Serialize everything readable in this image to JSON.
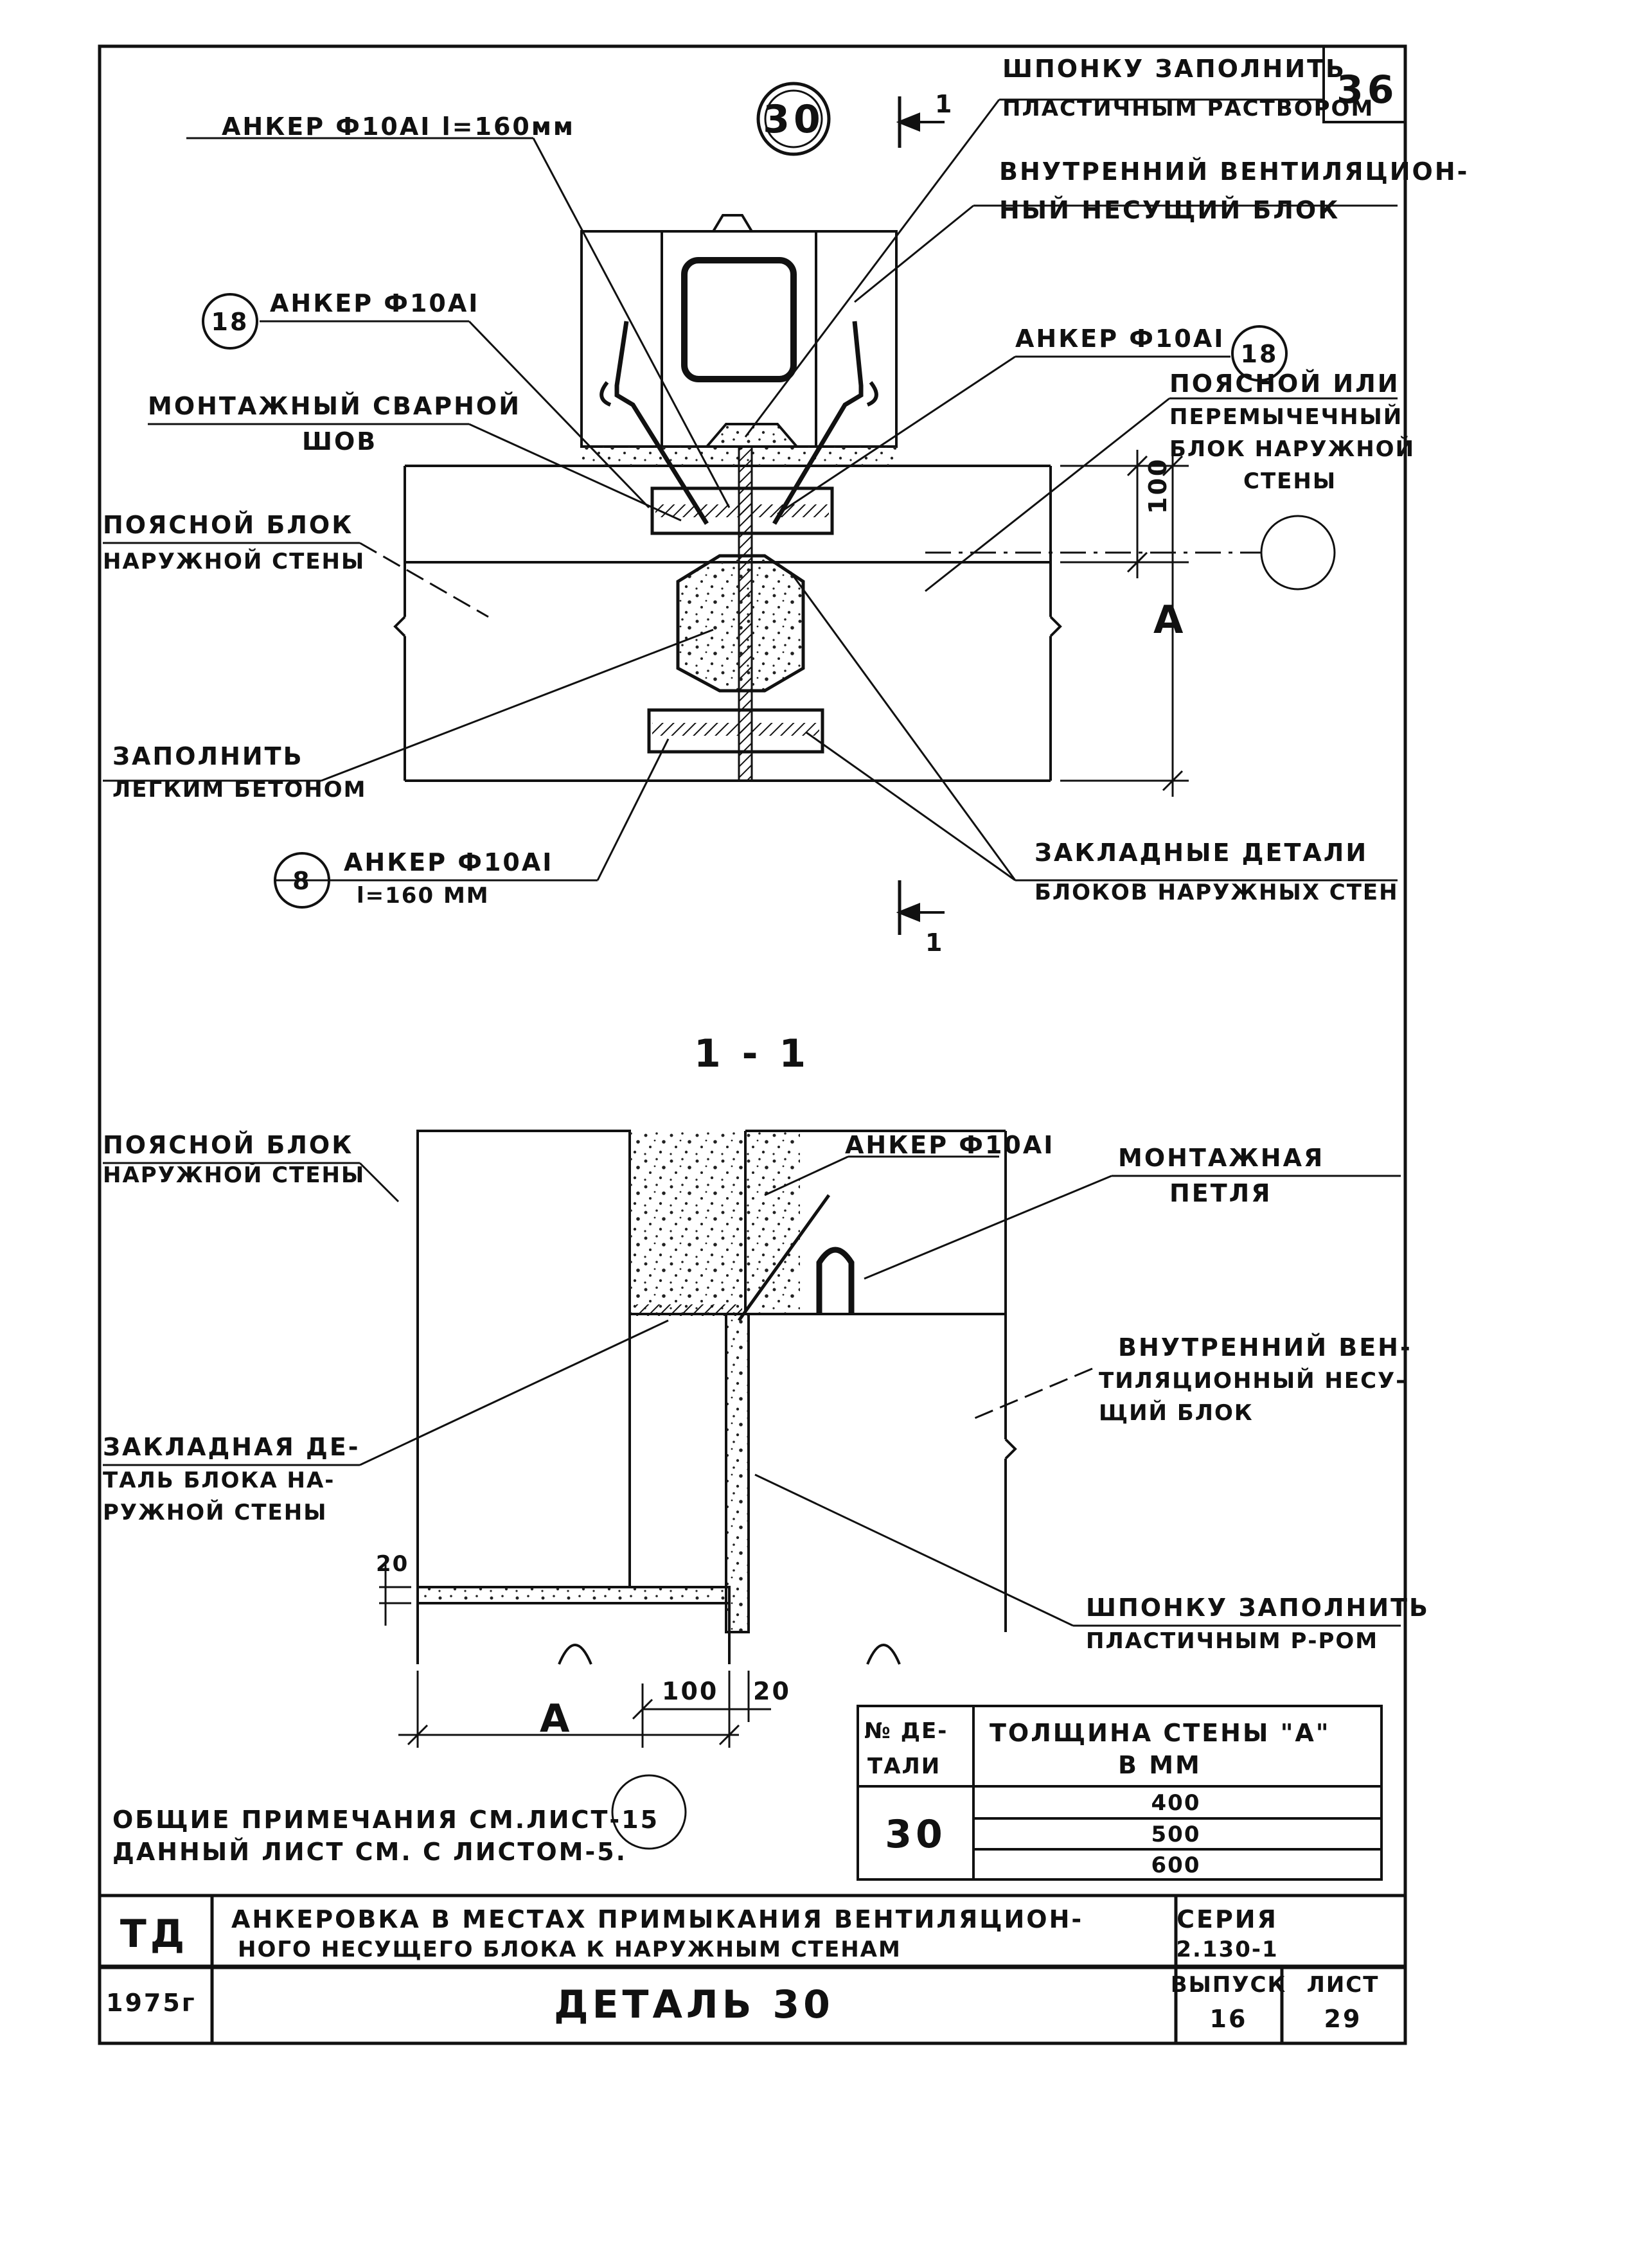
{
  "sheet_marker": "36",
  "callouts": {
    "detail_number": "30",
    "anchor_18_top_left": "18",
    "anchor_18_top_right": "18",
    "anchor_8": "8"
  },
  "plan": {
    "key_filler_l1": "ШПОНКУ ЗАПОЛНИТЬ",
    "key_filler_l2": "ПЛАСТИЧНЫМ РАСТВОРОМ",
    "anchor_top_label": "АНКЕР Ф10АI l=160мм",
    "inner_block_l1": "ВНУТРЕННИЙ ВЕНТИЛЯЦИОН-",
    "inner_block_l2": "НЫЙ НЕСУЩИЙ БЛОК",
    "anchor_left_label": "АНКЕР Ф10АI",
    "anchor_right_label": "АНКЕР Ф10АI",
    "weld_l1": "МОНТАЖНЫЙ СВАРНОЙ",
    "weld_l2": "ШОВ",
    "right_block_l1": "ПОЯСНОЙ ИЛИ",
    "right_block_l2": "ПЕРЕМЫЧЕЧНЫЙ",
    "right_block_l3": "БЛОК НАРУЖНОЙ",
    "right_block_l4": "СТЕНЫ",
    "left_block_l1": "ПОЯСНОЙ БЛОК",
    "left_block_l2": "НАРУЖНОЙ СТЕНЫ",
    "dim_100": "100",
    "dim_a": "А",
    "fill_l1": "ЗАПОЛНИТЬ",
    "fill_l2": "ЛЕГКИМ БЕТОНОМ",
    "anchor_bottom_l1": "АНКЕР Ф10АI",
    "anchor_bottom_l2": "l=160 ММ",
    "embedded_l1": "ЗАКЛАДНЫЕ ДЕТАЛИ",
    "embedded_l2": "БЛОКОВ НАРУЖНЫХ СТЕН",
    "cut_mark": "1"
  },
  "section": {
    "title": "1 - 1",
    "left_block_l1": "ПОЯСНОЙ БЛОК",
    "left_block_l2": "НАРУЖНОЙ СТЕНЫ",
    "anchor_label": "АНКЕР Ф10АI",
    "loop_l1": "МОНТАЖНАЯ",
    "loop_l2": "ПЕТЛЯ",
    "inner_l1": "ВНУТРЕННИЙ ВЕН-",
    "inner_l2": "ТИЛЯЦИОННЫЙ НЕСУ-",
    "inner_l3": "ЩИЙ БЛОК",
    "embedded_l1": "ЗАКЛАДНАЯ ДЕ-",
    "embedded_l2": "ТАЛЬ БЛОКА НА-",
    "embedded_l3": "РУЖНОЙ СТЕНЫ",
    "dim_20_vertical": "20",
    "key_l1": "ШПОНКУ ЗАПОЛНИТЬ",
    "key_l2": "ПЛАСТИЧНЫМ Р-РОМ",
    "dim_100": "100",
    "dim_20": "20",
    "dim_a": "А"
  },
  "table": {
    "header_col1_l1": "№ ДЕ-",
    "header_col1_l2": "ТАЛИ",
    "header_col2_l1": "ТОЛЩИНА СТЕНЫ \"А\"",
    "header_col2_l2": "В ММ",
    "detail": "30",
    "values": [
      "400",
      "500",
      "600"
    ]
  },
  "notes": {
    "line1": "ОБЩИЕ ПРИМЕЧАНИЯ СМ.ЛИСТ-15",
    "line2": "ДАННЫЙ ЛИСТ СМ. С ЛИСТОМ-5."
  },
  "title_block": {
    "org": "ТД",
    "title_l1": "АНКЕРОВКА В МЕСТАХ ПРИМЫКАНИЯ ВЕНТИЛЯЦИОН-",
    "title_l2": "НОГО НЕСУЩЕГО БЛОКА К НАРУЖНЫМ СТЕНАМ",
    "series_label": "СЕРИЯ",
    "series_value": "2.130-1",
    "year": "1975г",
    "detail_title": "ДЕТАЛЬ 30",
    "issue_label": "ВЫПУСК",
    "issue_value": "16",
    "sheet_label": "ЛИСТ",
    "sheet_value": "29"
  }
}
